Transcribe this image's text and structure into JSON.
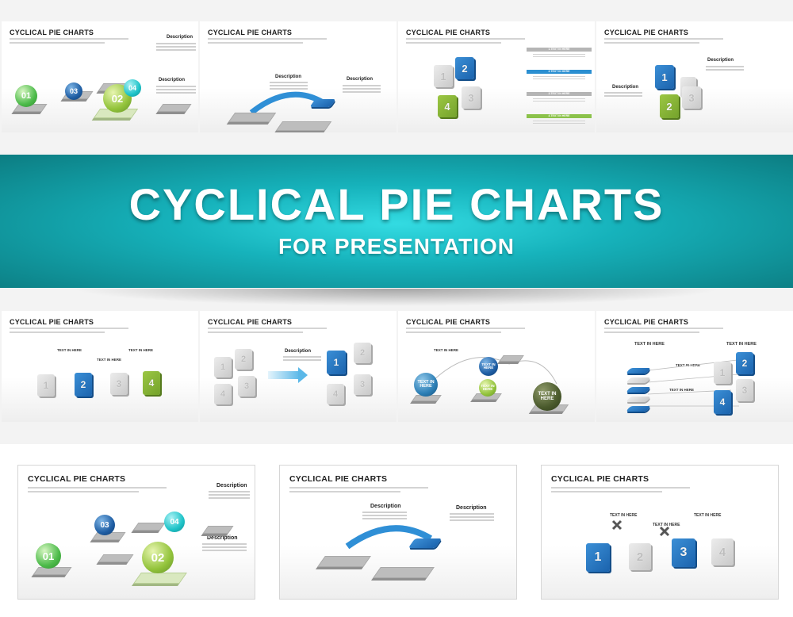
{
  "banner": {
    "title": "CYCLICAL PIE CHARTS",
    "subtitle": "FOR PRESENTATION"
  },
  "slide_title": "CYCLICAL PIE CHARTS",
  "labels": {
    "description": "Description",
    "text_in_here_upper": "TEXT IN HERE",
    "text_in_here_ball": "TEXT IN HERE",
    "text_in_here_small": "TEXT IN HERE",
    "bar1": "1.TEXT IN HERE",
    "bar2": "2.TEXT IN HERE",
    "bar3": "3.TEXT IN HERE",
    "bar4": "4.TEXT IN HERE"
  },
  "numbers": {
    "n01": "01",
    "n02": "02",
    "n03": "03",
    "n04": "04",
    "p1": "1",
    "p2": "2",
    "p3": "3",
    "p4": "4"
  },
  "colors": {
    "banner_teal": "#16b2bb",
    "puzzle_blue": "#1b63ad",
    "puzzle_green": "#74a22b",
    "puzzle_grey": "#c9c9c9",
    "bar_grey": "#b5b5b5",
    "bar_blue": "#2b8fd1",
    "bar_green": "#8bc24a"
  }
}
